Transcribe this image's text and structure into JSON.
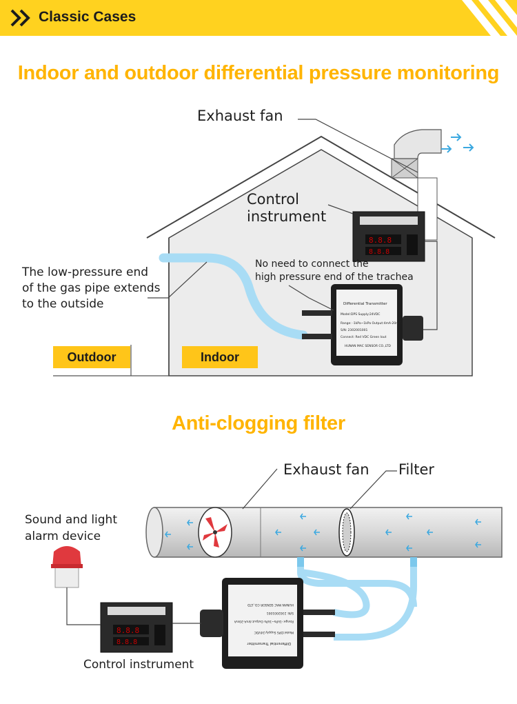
{
  "header": {
    "title": "Classic Cases"
  },
  "section1": {
    "title": "Indoor and outdoor differential pressure monitoring",
    "exhaust_fan": "Exhaust fan",
    "control_instrument_line1": "Control",
    "control_instrument_line2": "instrument",
    "no_connect_line1": "No need to connect the",
    "no_connect_line2": "high pressure end of the trachea",
    "low_pressure_line1": "The low-pressure end",
    "low_pressure_line2": "of the gas pipe extends",
    "low_pressure_line3": "to the outside",
    "outdoor": "Outdoor",
    "indoor": "Indoor"
  },
  "section2": {
    "title": "Anti-clogging filter",
    "exhaust_fan": "Exhaust fan",
    "filter": "Filter",
    "alarm_line1": "Sound and light",
    "alarm_line2": "alarm device",
    "control_instrument": "Control instrument"
  },
  "colors": {
    "accent_yellow": "#ffd21f",
    "title_orange": "#ffb400",
    "tag_yellow": "#ffc519",
    "pipe_blue": "#a8dcf5",
    "house_fill": "#ececec"
  },
  "icons": [
    "double-chevron-icon",
    "arrow-right-icon",
    "arrow-left-icon"
  ]
}
